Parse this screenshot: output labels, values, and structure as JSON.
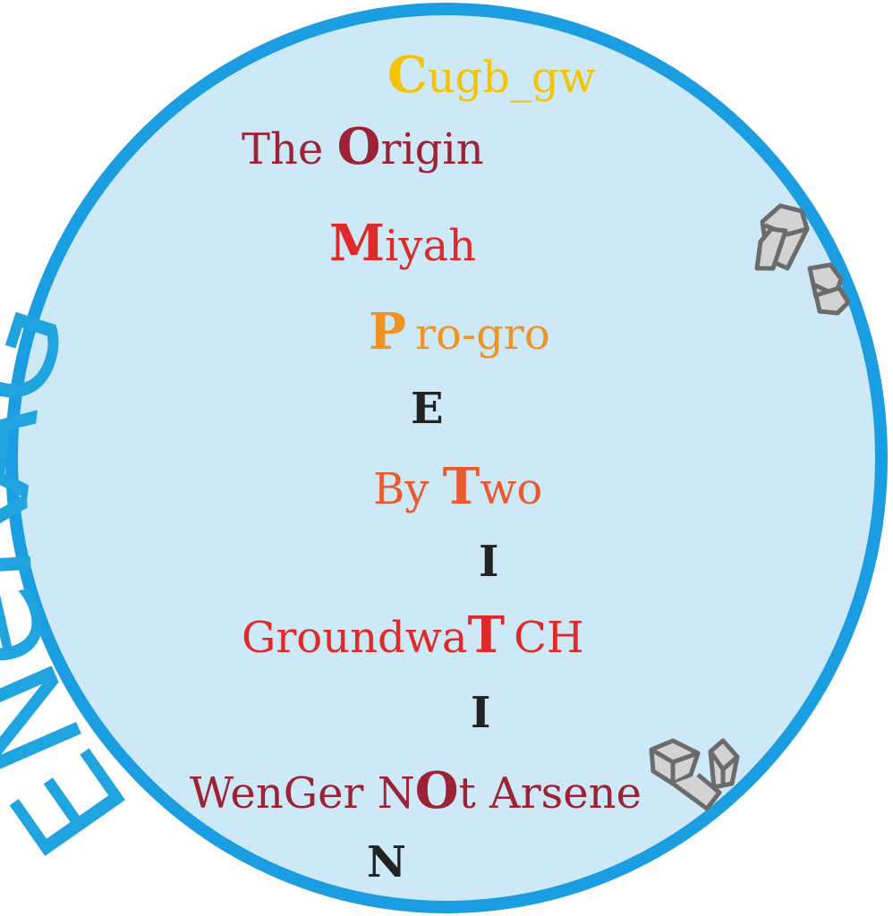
{
  "colors": {
    "ring": "#1b9de2",
    "fill": "#cde8f7",
    "brand_text": "#1fa4df",
    "crystal_fill": "#d3d3d3",
    "crystal_stroke": "#6b6b6b"
  },
  "icons": [
    "crystal-cluster-icon",
    "crystal-cluster-icon"
  ],
  "brand": "ENeRAG",
  "lines": [
    {
      "color": "#f5c400",
      "pre": "",
      "hl": "C",
      "post": "ugb_gw",
      "post2": ""
    },
    {
      "color": "#9b2335",
      "pre": "The ",
      "hl": "O",
      "post": "rigin",
      "post2": ""
    },
    {
      "color": "#df2a2a",
      "pre": "",
      "hl": "M",
      "post": "iyah",
      "post2": ""
    },
    {
      "color": "#ef9322",
      "pre": "",
      "hl": "P",
      "post": "ro-gro",
      "post2": ""
    },
    {
      "color": "#222222",
      "pre": "",
      "hl": "E",
      "post": "",
      "post2": ""
    },
    {
      "color": "#ea5a2e",
      "pre": "By ",
      "hl": "T",
      "post": "wo",
      "post2": ""
    },
    {
      "color": "#222222",
      "pre": "",
      "hl": "I",
      "post": "",
      "post2": ""
    },
    {
      "color": "#df2a2a",
      "pre": "Groundwa",
      "hl": "T",
      "post": "CH",
      "post2": ""
    },
    {
      "color": "#222222",
      "pre": "",
      "hl": "I",
      "post": "",
      "post2": ""
    },
    {
      "color": "#9b2335",
      "pre": "WenGer N",
      "hl": "O",
      "post": "t Arsene",
      "post2": ""
    },
    {
      "color": "#222222",
      "pre": "",
      "hl": "N",
      "post": "",
      "post2": ""
    }
  ]
}
